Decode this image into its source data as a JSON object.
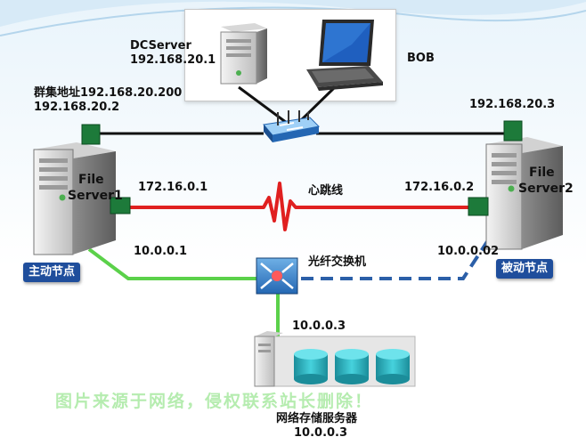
{
  "top_section": {
    "dc_name": "DCServer",
    "dc_ip": "192.168.20.1",
    "client_name": "BOB"
  },
  "cluster": {
    "address_line": "群集地址192.168.20.200",
    "active_ip": "192.168.20.2",
    "passive_ip": "192.168.20.3"
  },
  "servers": {
    "active_label_line1": "File",
    "active_label_line2": "Server1",
    "passive_label_line1": "File",
    "passive_label_line2": "Server2",
    "active_role": "主动节点",
    "passive_role": "被动节点"
  },
  "heartbeat": {
    "label": "心跳线",
    "ip_left": "172.16.0.1",
    "ip_right": "172.16.0.2"
  },
  "fiber": {
    "switch_label": "光纤交换机",
    "ip_left": "10.0.0.1",
    "ip_right": "10.0.0.02",
    "storage_link_ip": "10.0.0.3"
  },
  "storage": {
    "name": "网络存储服务器",
    "ip": "10.0.0.3"
  },
  "watermark": "图片来源于网络，侵权联系站长删除！",
  "colors": {
    "network_line": "#111111",
    "heartbeat_line": "#e02020",
    "fiber_active": "#5bd14a",
    "fiber_passive": "#2b5fa8",
    "badge": "#1f4e9c",
    "disk": "#2fb8c4"
  }
}
